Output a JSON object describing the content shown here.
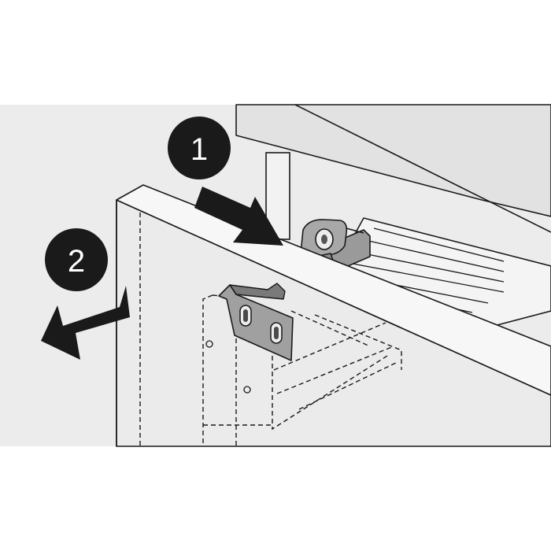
{
  "steps": [
    {
      "id": "step-1",
      "label": "1",
      "action": "push-in"
    },
    {
      "id": "step-2",
      "label": "2",
      "action": "pull-out"
    }
  ],
  "colors": {
    "background": "#ffffff",
    "scene_fill": "#ececec",
    "panel_fill": "#ebebeb",
    "panel_edge": "#f7f7f7",
    "line": "#1a1a1a",
    "metal": "#a2a2a2",
    "metal_dark": "#6a6a6a",
    "badge_fill": "#1a1a1a",
    "badge_text": "#ffffff"
  },
  "icons": [
    "arrow-right-down-icon",
    "arrow-left-down-icon"
  ]
}
